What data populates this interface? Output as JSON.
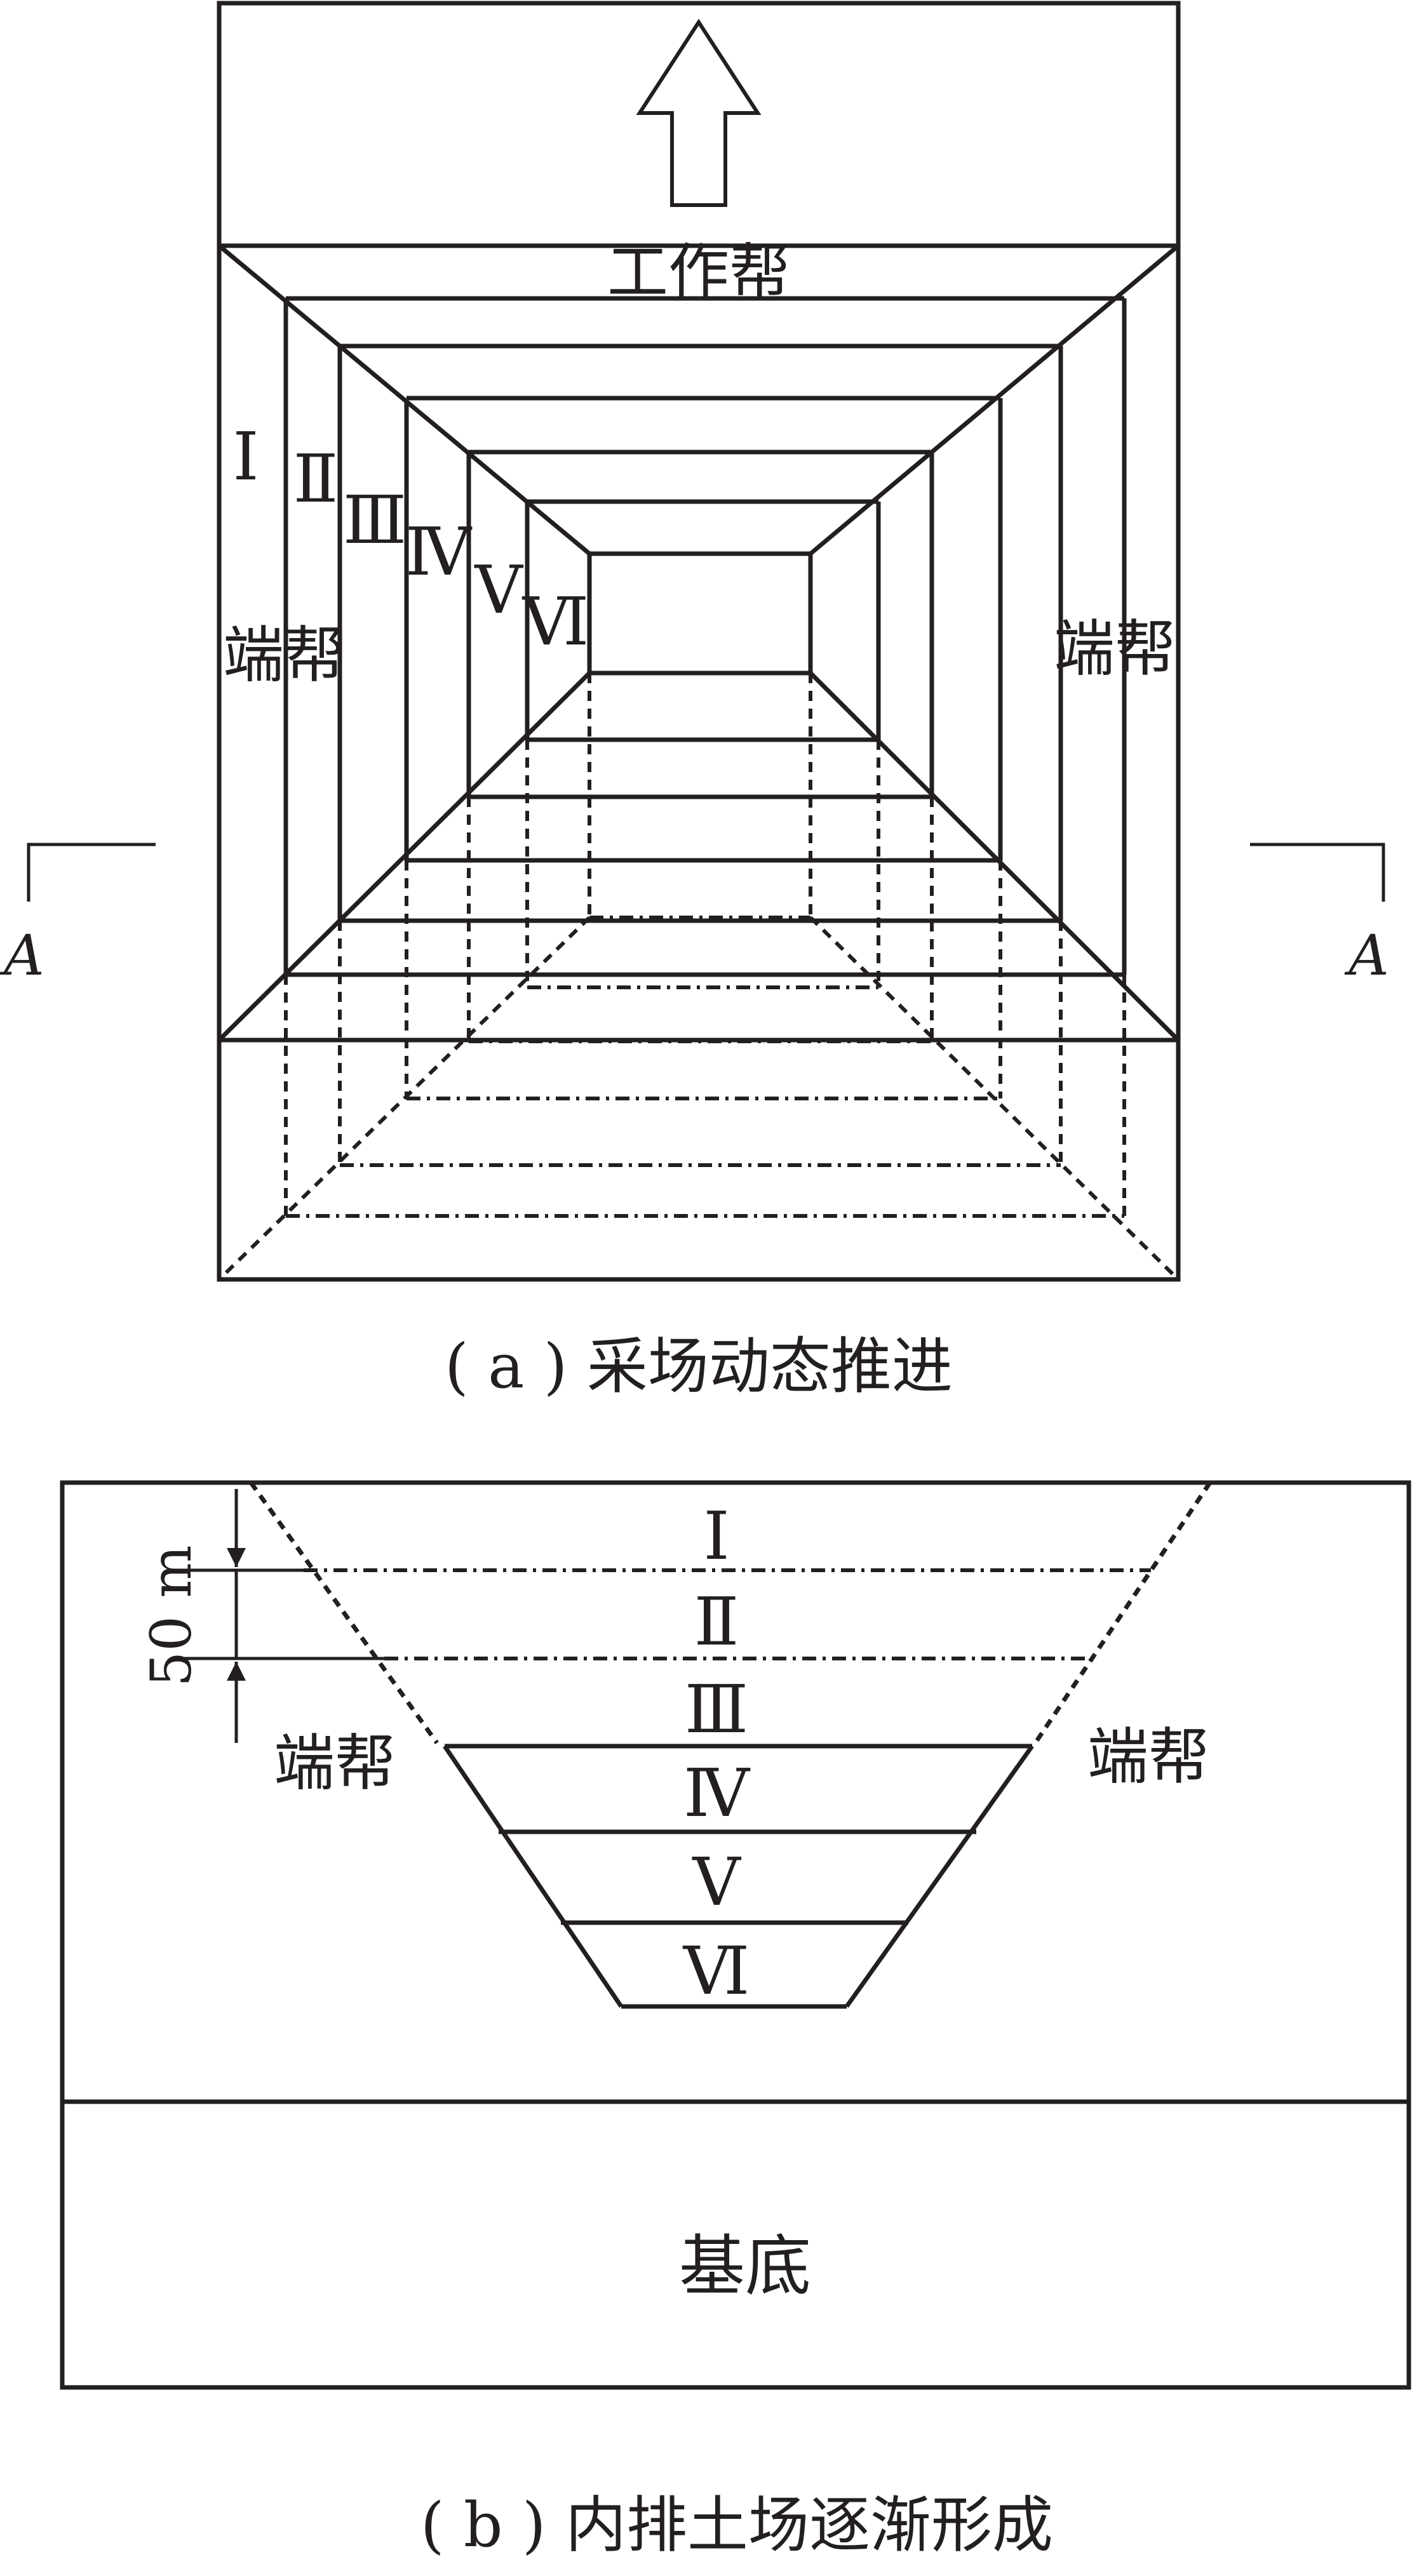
{
  "figure_a": {
    "caption": "( a ) 采场动态推进",
    "label_working_side": "工作帮",
    "label_end_side_left": "端帮",
    "label_end_side_right": "端帮",
    "section_mark_left": "A",
    "section_mark_right": "A",
    "stage_labels": [
      "Ⅰ",
      "Ⅱ",
      "Ⅲ",
      "Ⅳ",
      "Ⅴ",
      "Ⅵ"
    ]
  },
  "figure_b": {
    "caption": "( b ) 内排土场逐渐形成",
    "label_end_side_left": "端帮",
    "label_end_side_right": "端帮",
    "label_base": "基底",
    "dimension_label": "50 m",
    "layer_labels": [
      "Ⅰ",
      "Ⅱ",
      "Ⅲ",
      "Ⅳ",
      "Ⅴ",
      "Ⅵ"
    ]
  },
  "colors": {
    "ink": "#231f20",
    "background": "#ffffff"
  }
}
